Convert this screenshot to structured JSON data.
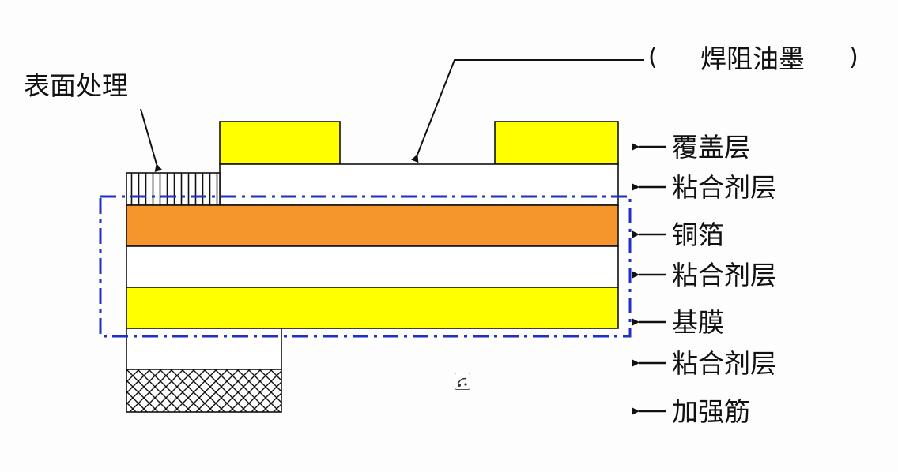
{
  "diagram": {
    "labels": {
      "surface_treatment": "表面处理",
      "solder_mask_open": "(",
      "solder_mask": "焊阻油墨",
      "solder_mask_close": ")",
      "coverlay": "覆盖层",
      "adhesive_1": "粘合剂层",
      "copper_foil": "铜箔",
      "adhesive_2": "粘合剂层",
      "base_film": "基膜",
      "adhesive_3": "粘合剂层",
      "stiffener": "加强筋"
    },
    "colors": {
      "coverlay_yellow": "#ffff00",
      "copper_orange": "#f5962d",
      "base_film_yellow": "#ffff00",
      "dashdot_blue": "#1f2fc8",
      "outline": "#111111",
      "white": "#ffffff"
    },
    "icons": {
      "small_logo": "watermark-icon"
    }
  }
}
